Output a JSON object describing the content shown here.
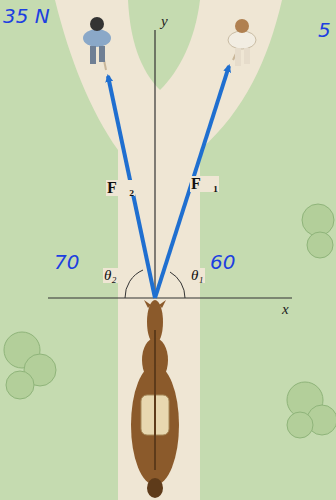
{
  "diagram": {
    "labels": [
      "35 N",
      "5",
      "y",
      "F⃗₂",
      "F⃗₁",
      "70",
      "θ₂",
      "θ₁",
      "60",
      "x"
    ]
  }
}
